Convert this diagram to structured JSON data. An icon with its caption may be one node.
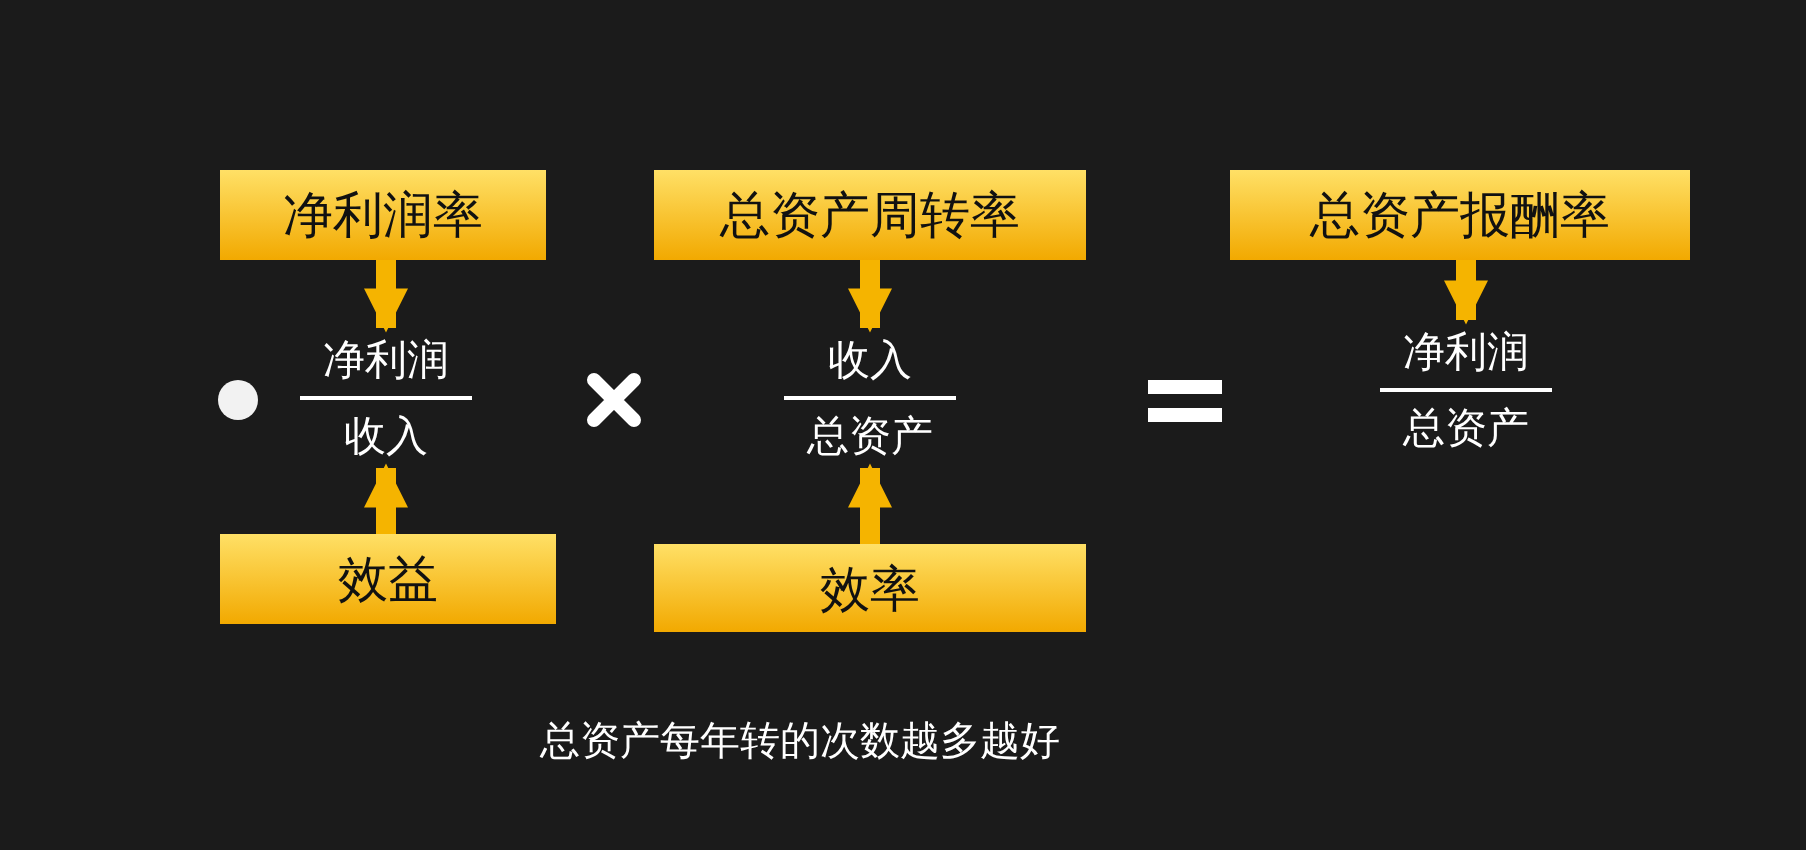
{
  "diagram": {
    "nodes": [
      {
        "text": [
          "净利润率"
        ]
      },
      {
        "text": [
          "总资产周转率"
        ]
      },
      {
        "text": [
          "总资产报酬率"
        ]
      },
      {
        "text": [
          "净利润",
          "收入"
        ]
      },
      {
        "text": [
          "收入",
          "总资产"
        ]
      },
      {
        "text": [
          "净利润",
          "总资产"
        ]
      },
      {
        "text": [
          "效益"
        ]
      },
      {
        "text": [
          "效率"
        ]
      }
    ],
    "edges": [
      {
        "from": 0,
        "to": 3,
        "arrow": "to"
      },
      {
        "from": 6,
        "to": 3,
        "arrow": "to"
      },
      {
        "from": 1,
        "to": 4,
        "arrow": "to"
      },
      {
        "from": 7,
        "to": 4,
        "arrow": "to"
      },
      {
        "from": 2,
        "to": 5,
        "arrow": "to"
      }
    ],
    "labels": [
      "总资产每年转的次数越多越好"
    ]
  }
}
